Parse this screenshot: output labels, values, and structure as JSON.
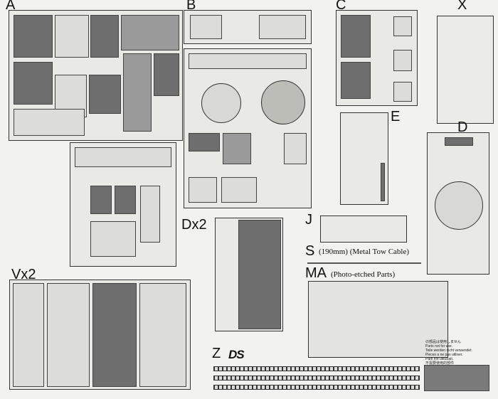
{
  "labels": {
    "a": "A",
    "b": "B",
    "c": "C",
    "x": "X",
    "d": "D",
    "e": "E",
    "dx2": "Dx2",
    "j": "J",
    "s": "S",
    "ma": "MA",
    "vx2": "Vx2",
    "z": "Z"
  },
  "notes": {
    "s_text": "(190mm) (Metal Tow Cable)",
    "ma_text": "(Photo-etched Parts)",
    "brand": "DS"
  },
  "warning_lines": [
    "の部品は使用しません",
    "Parts not for use.",
    "Teile werden nicht verwendet.",
    "Pieces a ne pas utiliser.",
    "Parti not utilizzati.",
    "不需要使用的部件"
  ]
}
